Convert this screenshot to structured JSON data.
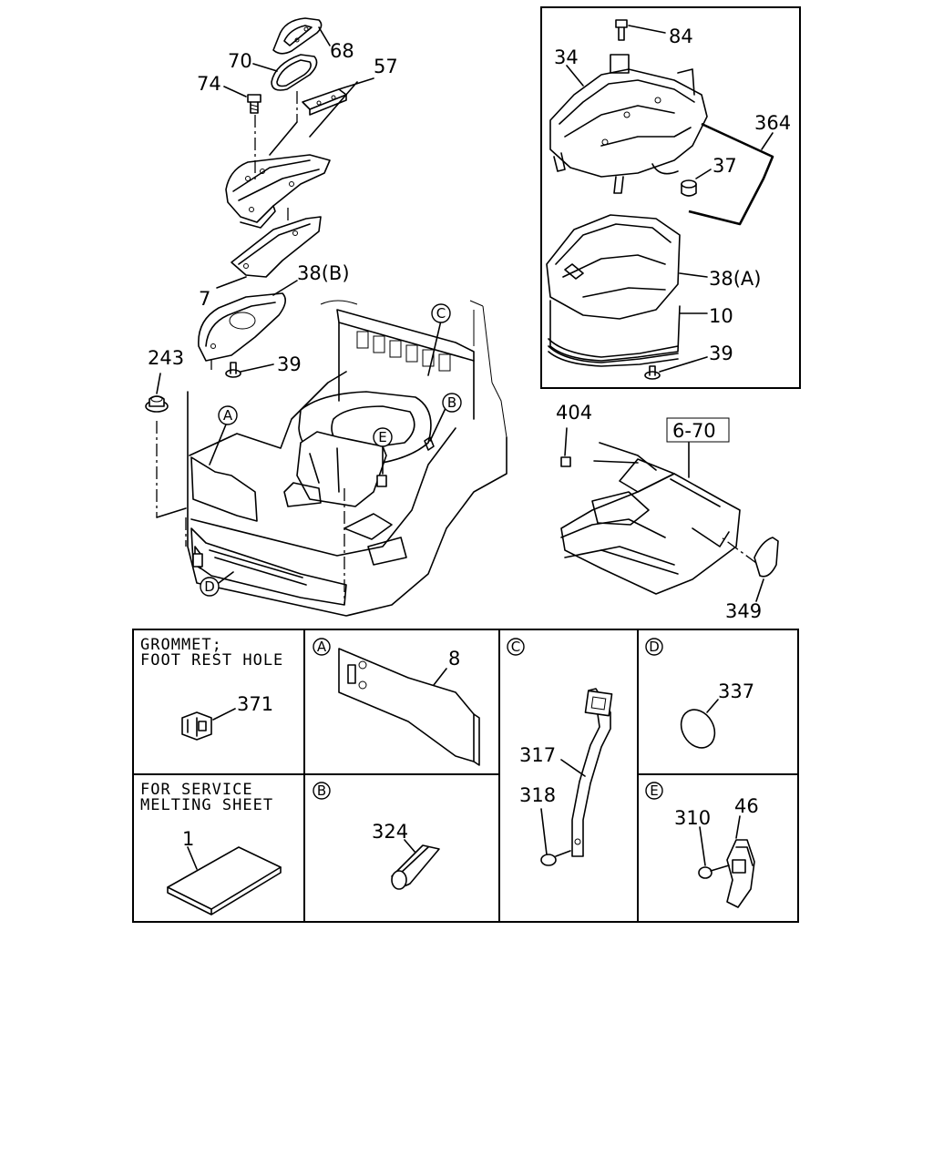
{
  "callouts": {
    "n68": "68",
    "n70": "70",
    "n74": "74",
    "n57": "57",
    "n38b": "38(B)",
    "n7": "7",
    "n243": "243",
    "n39a": "39",
    "n84": "84",
    "n34": "34",
    "n364": "364",
    "n37": "37",
    "n38a": "38(A)",
    "n10": "10",
    "n39b": "39",
    "n404": "404",
    "n349": "349",
    "ref": "6-70"
  },
  "circle_letters": {
    "a": "A",
    "b": "B",
    "c": "C",
    "d": "D",
    "e": "E"
  },
  "detail_table": {
    "grommet_caption_1": "GROMMET;",
    "grommet_caption_2": "FOOT REST HOLE",
    "grommet_part": "371",
    "service_caption_1": "FOR SERVICE",
    "service_caption_2": "MELTING SHEET",
    "service_part": "1",
    "cell_a_letter": "A",
    "cell_a_part": "8",
    "cell_b_letter": "B",
    "cell_b_part": "324",
    "cell_c_letter": "C",
    "cell_c_part_1": "317",
    "cell_c_part_2": "318",
    "cell_d_letter": "D",
    "cell_d_part": "337",
    "cell_e_letter": "E",
    "cell_e_part_1": "310",
    "cell_e_part_2": "46"
  }
}
